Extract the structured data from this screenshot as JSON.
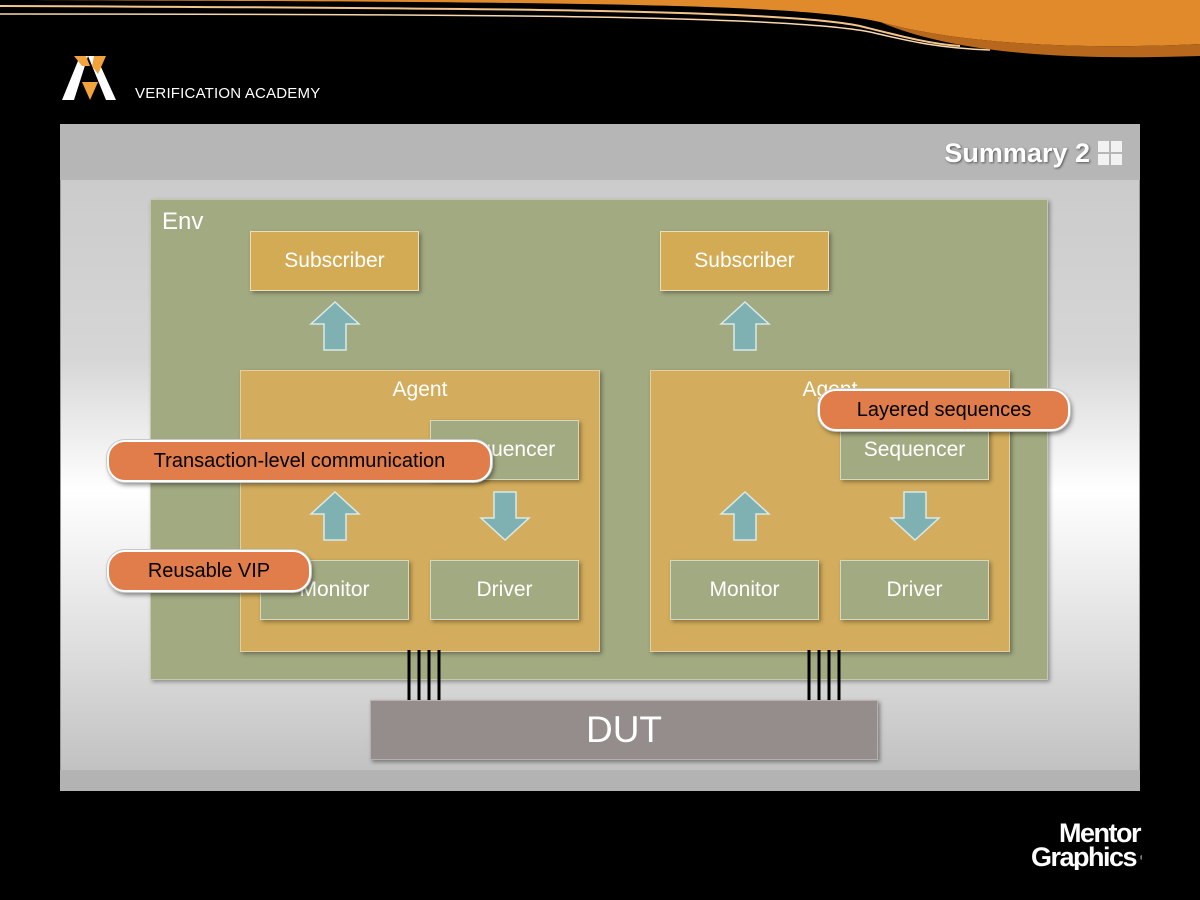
{
  "header": {
    "academy_name": "VERIFICATION ACADEMY",
    "brand_color": "#e08a2c"
  },
  "slide": {
    "title": "Summary 2"
  },
  "diagram": {
    "env_label": "Env",
    "agents": [
      {
        "label": "Agent",
        "subscriber": "Subscriber",
        "sequencer": "Sequencer",
        "monitor": "Monitor",
        "driver": "Driver"
      },
      {
        "label": "Agent",
        "subscriber": "Subscriber",
        "sequencer": "Sequencer",
        "monitor": "Monitor",
        "driver": "Driver"
      }
    ],
    "dut_label": "DUT",
    "colors": {
      "env": "#a2aa82",
      "agent": "#d3ad5d",
      "dut": "#958c8c",
      "arrow": "#7fb0b2",
      "callout": "#e07d4a"
    }
  },
  "callouts": {
    "transaction": "Transaction-level communication",
    "reusable": "Reusable VIP",
    "layered": "Layered sequences"
  },
  "footer": {
    "logo_line1": "Mentor",
    "logo_line2": "Graphics"
  }
}
